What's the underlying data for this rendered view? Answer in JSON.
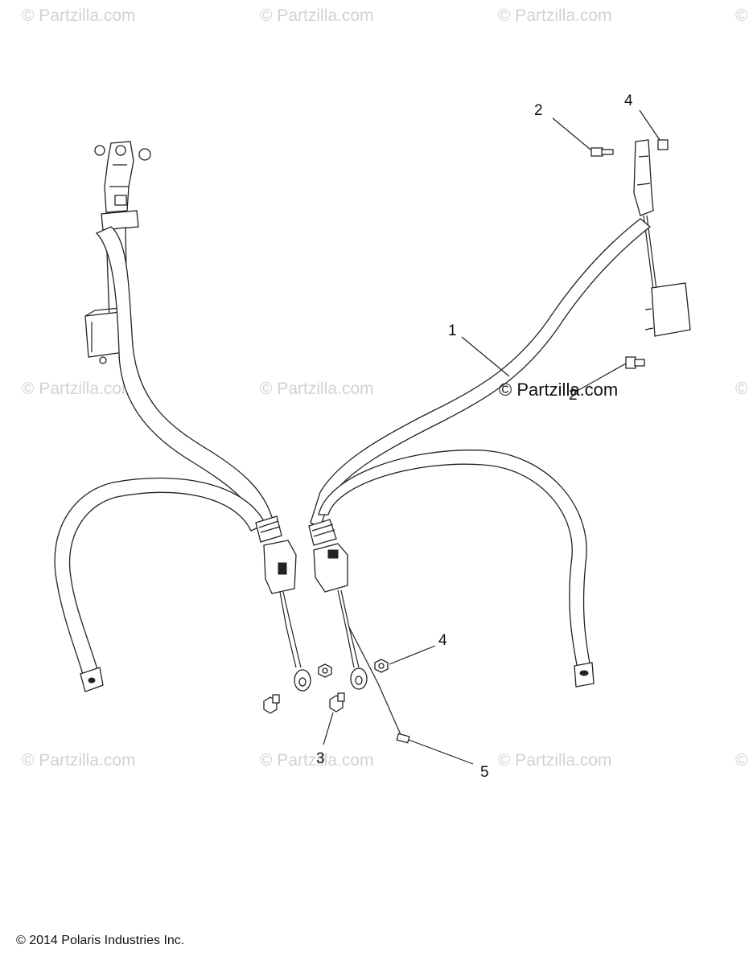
{
  "watermarks": {
    "row1": [
      "© Partzilla.com",
      "© Partzilla.com",
      "© Partzilla.com",
      "©"
    ],
    "row2": [
      "© Partzilla.com",
      "© Partzilla.com",
      "©"
    ],
    "row3": [
      "© Partzilla.com",
      "© Partzilla.com",
      "© Partzilla.com",
      "©"
    ],
    "center": "© Partzilla.com"
  },
  "callouts": {
    "c1": "1",
    "c2_top": "2",
    "c2_right": "2",
    "c3": "3",
    "c4_top": "4",
    "c4_lower": "4",
    "c5": "5"
  },
  "copyright": "© 2014 Polaris Industries Inc.",
  "parts": {
    "left_belt": "seat-belt-assembly-left",
    "right_belt": "seat-belt-assembly-right",
    "bolt": "hex-flange-bolt",
    "nut": "hex-nut",
    "clip": "wire-clip"
  }
}
